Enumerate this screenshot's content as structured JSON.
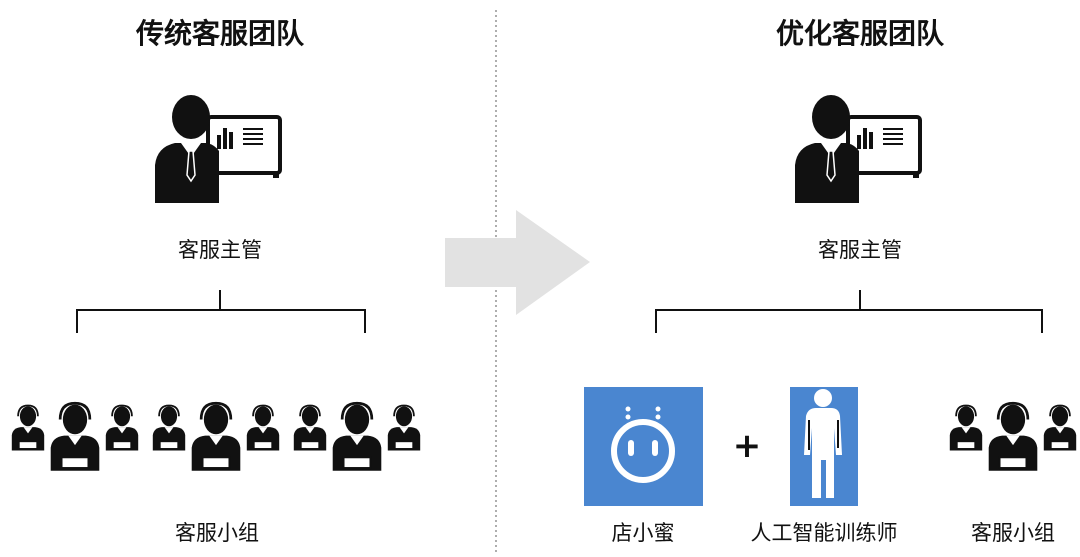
{
  "left": {
    "title": "传统客服团队",
    "manager_label": "客服主管",
    "team_label": "客服小组"
  },
  "right": {
    "title": "优化客服团队",
    "manager_label": "客服主管",
    "bot_label": "店小蜜",
    "plus": "+",
    "trainer_label": "人工智能训练师",
    "team_label": "客服小组"
  },
  "colors": {
    "accent_blue": "#4a86d0",
    "arrow_gray": "#e2e2e2"
  }
}
